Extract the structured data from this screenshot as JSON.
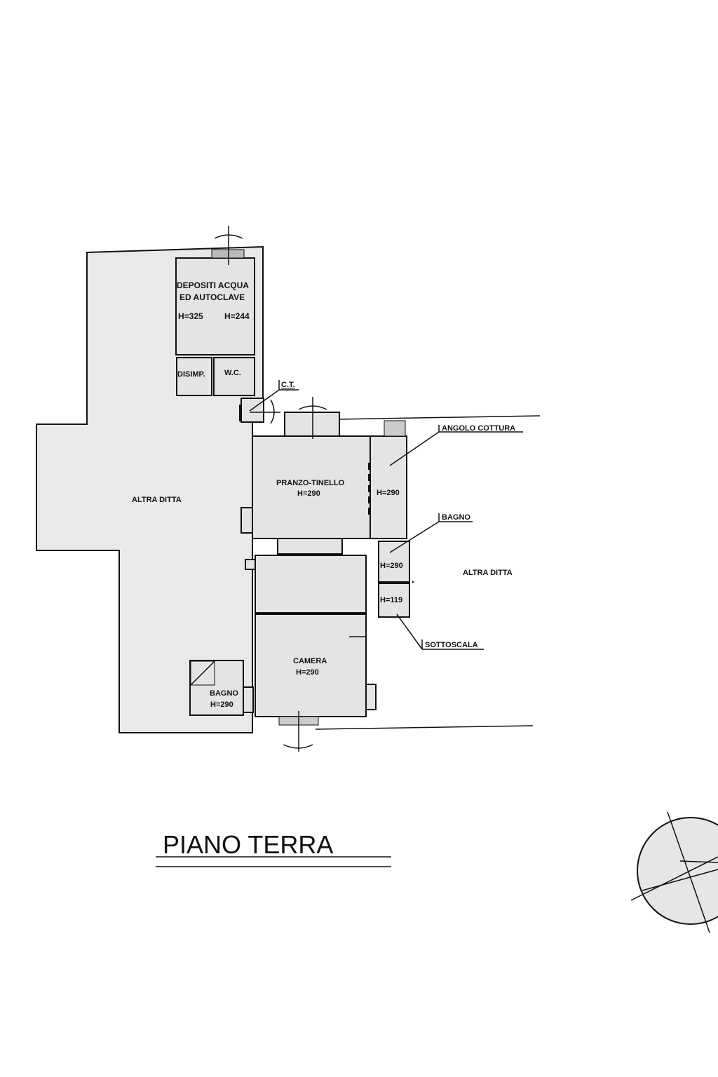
{
  "plan": {
    "title": "PIANO TERRA",
    "rooms": {
      "depositi_line1": "DEPOSITI ACQUA",
      "depositi_line2": "ED AUTOCLAVE",
      "depositi_h1": "H=325",
      "depositi_h2": "H=244",
      "disimp": "DISIMP.",
      "wc": "W.C.",
      "ct": "C.T.",
      "pranzo": "PRANZO-TINELLO",
      "pranzo_h": "H=290",
      "angolo": "ANGOLO COTTURA",
      "angolo_h": "H=290",
      "bagno_right": "BAGNO",
      "bagno_right_h": "H=290",
      "sottoscala": "SOTTOSCALA",
      "sottoscala_h": "H=119",
      "camera": "CAMERA",
      "camera_h": "H=290",
      "bagno_left": "BAGNO",
      "bagno_left_h": "H=290",
      "altra_ditta_left": "ALTRA DITTA",
      "altra_ditta_right": "ALTRA DITTA"
    }
  }
}
